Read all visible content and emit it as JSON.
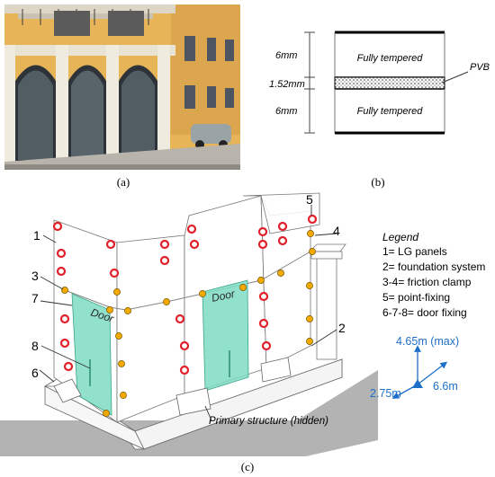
{
  "panel_a": {
    "caption": "(a)"
  },
  "panel_b": {
    "caption": "(b)",
    "thickness_top": "6mm",
    "thickness_mid": "1.52mm",
    "thickness_bottom": "6mm",
    "layer_top": "Fully tempered",
    "layer_bottom": "Fully tempered",
    "interlayer": "PVB"
  },
  "panel_c": {
    "caption": "(c)",
    "door_labels": [
      "Door",
      "Door"
    ],
    "callouts": [
      "1",
      "2",
      "3",
      "4",
      "5",
      "6",
      "7",
      "8"
    ],
    "primary_structure": "Primary structure (hidden)",
    "legend": {
      "title": "Legend",
      "items": [
        "1= LG panels",
        "2= foundation system",
        "3-4= friction clamp",
        "5= point-fixing",
        "6-7-8= door fixing"
      ]
    },
    "dimensions": {
      "height": "4.65m (max)",
      "depth": "2.75m",
      "width": "6.6m"
    }
  },
  "colors": {
    "glass_door": "#7fdcc3",
    "point_fixing": "#e0202a",
    "clamp": "#f2a900",
    "dimension": "#1e6fc9",
    "facade": "#e7b457"
  }
}
